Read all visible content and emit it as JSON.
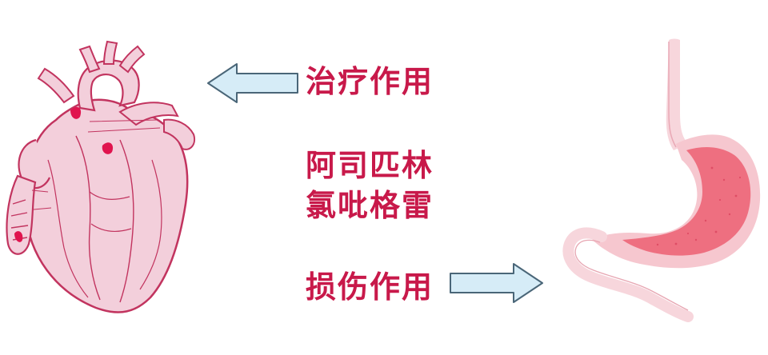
{
  "labels": {
    "therapeutic_effect": "治疗作用",
    "drug_1": "阿司匹林",
    "drug_2": "氯吡格雷",
    "harmful_effect": "损伤作用"
  },
  "colors": {
    "text": "#c8194a",
    "arrow_fill": "#d6ecf7",
    "arrow_stroke": "#4a6678",
    "heart_fill": "#f3cfdb",
    "heart_line": "#c2345f",
    "stomach_fill": "#f6c7cf",
    "stomach_inner": "#ee6f80",
    "esophagus": "#f7d6dc"
  },
  "icons": [
    "heart-illustration",
    "stomach-illustration",
    "arrow-left-icon",
    "arrow-right-icon"
  ]
}
